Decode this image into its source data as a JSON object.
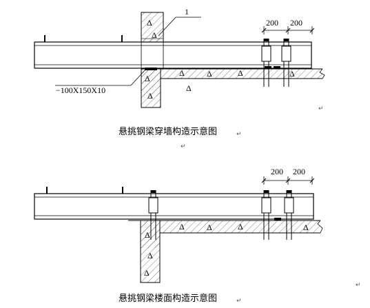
{
  "diagram_top": {
    "caption": "悬挑钢梁穿墙构造示意图",
    "caption_mark": "↵",
    "callout_number": "1",
    "plate_label": "−100X150X10",
    "dim_left": "200",
    "dim_right": "200",
    "return_mark_1": "↵",
    "return_mark_2": "↵"
  },
  "diagram_bottom": {
    "caption": "悬挑钢梁楼面构造示意图",
    "caption_mark": "↵",
    "dim_left": "200",
    "dim_right": "200",
    "return_mark": "↵"
  },
  "colors": {
    "line": "#000000",
    "hatch": "#444444"
  }
}
